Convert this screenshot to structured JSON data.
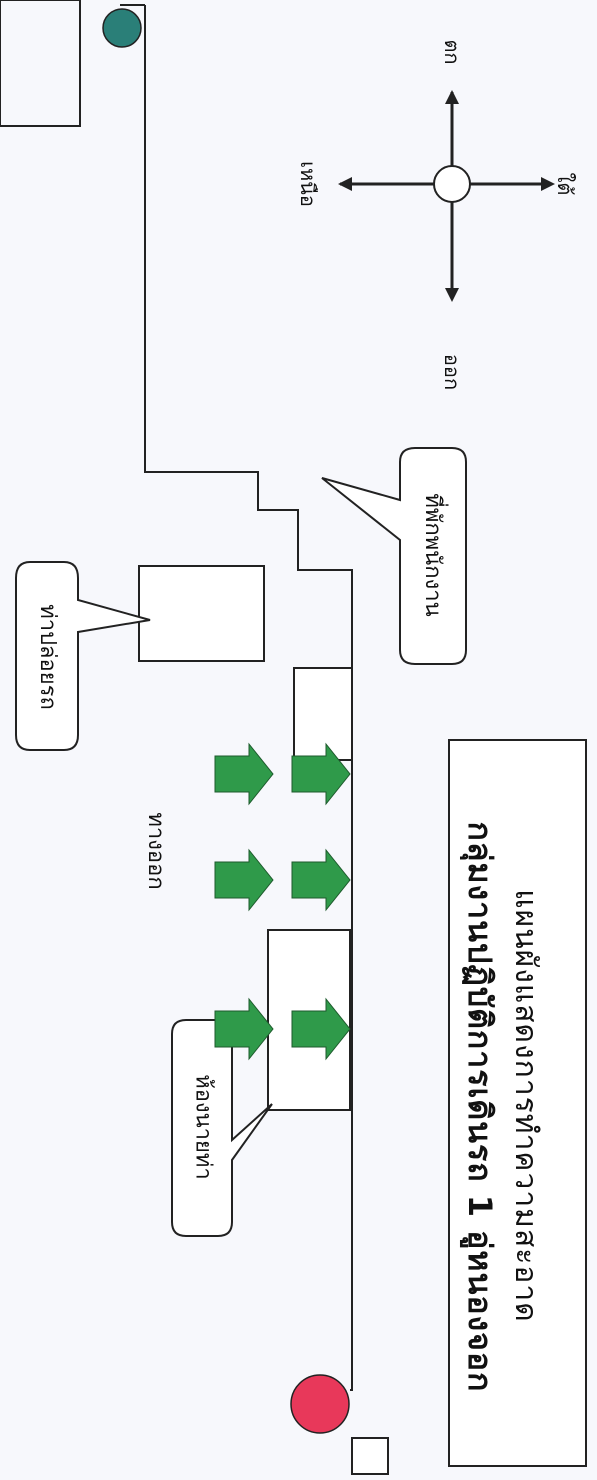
{
  "title_box": {
    "line1": "แผนผังแสดงการทำความสะอาด",
    "line2": "กลุ่มงานปฏิบัติการเดินรถ 1 อู่หนองจอก"
  },
  "labels": {
    "bus_stop": "ท่าปล่อยรถ",
    "office_building": "ห้องนายท่า",
    "work_building": "ที่พักพนักงาน",
    "exit": "ทางออก"
  },
  "compass": {
    "north": "เหนือ",
    "south": "ใต้",
    "east": "ออก",
    "west": "ตก"
  },
  "colors": {
    "arrow_green": "#2f9a4a",
    "start_marker": "#e8385a",
    "end_marker": "#2a7f78",
    "line": "#222222"
  }
}
